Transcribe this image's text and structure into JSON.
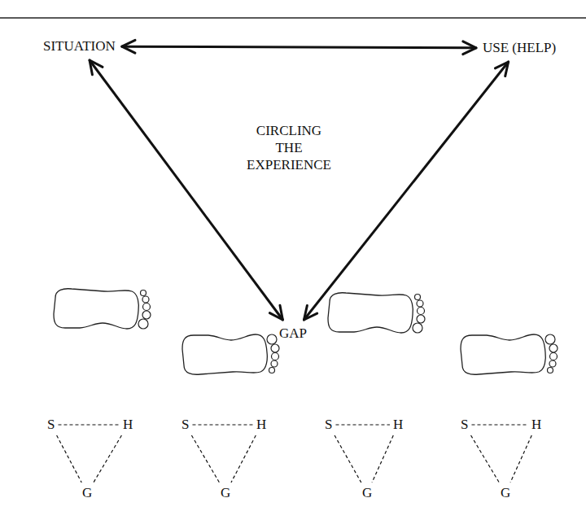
{
  "diagram": {
    "nodes": [
      {
        "text": [
          "SITUATION"
        ]
      },
      {
        "text": [
          "USE (HELP)"
        ]
      },
      {
        "text": [
          "GAP"
        ]
      },
      {
        "text": [
          "S"
        ]
      },
      {
        "text": [
          "H"
        ]
      },
      {
        "text": [
          "G"
        ]
      },
      {
        "text": [
          "S"
        ]
      },
      {
        "text": [
          "H"
        ]
      },
      {
        "text": [
          "G"
        ]
      },
      {
        "text": [
          "S"
        ]
      },
      {
        "text": [
          "H"
        ]
      },
      {
        "text": [
          "G"
        ]
      },
      {
        "text": [
          "S"
        ]
      },
      {
        "text": [
          "H"
        ]
      },
      {
        "text": [
          "G"
        ]
      }
    ],
    "edges": [
      {
        "from": 0,
        "to": 1,
        "arrow": "both"
      },
      {
        "from": 0,
        "to": 2,
        "arrow": "both"
      },
      {
        "from": 1,
        "to": 2,
        "arrow": "both"
      },
      {
        "from": 3,
        "to": 4,
        "arrow": "none"
      },
      {
        "from": 3,
        "to": 5,
        "arrow": "none"
      },
      {
        "from": 4,
        "to": 5,
        "arrow": "none"
      },
      {
        "from": 6,
        "to": 7,
        "arrow": "none"
      },
      {
        "from": 6,
        "to": 8,
        "arrow": "none"
      },
      {
        "from": 7,
        "to": 8,
        "arrow": "none"
      },
      {
        "from": 9,
        "to": 10,
        "arrow": "none"
      },
      {
        "from": 9,
        "to": 11,
        "arrow": "none"
      },
      {
        "from": 10,
        "to": 11,
        "arrow": "none"
      },
      {
        "from": 12,
        "to": 13,
        "arrow": "none"
      },
      {
        "from": 12,
        "to": 14,
        "arrow": "none"
      },
      {
        "from": 13,
        "to": 14,
        "arrow": "none"
      }
    ],
    "labels": [
      "CIRCLING THE EXPERIENCE"
    ]
  }
}
